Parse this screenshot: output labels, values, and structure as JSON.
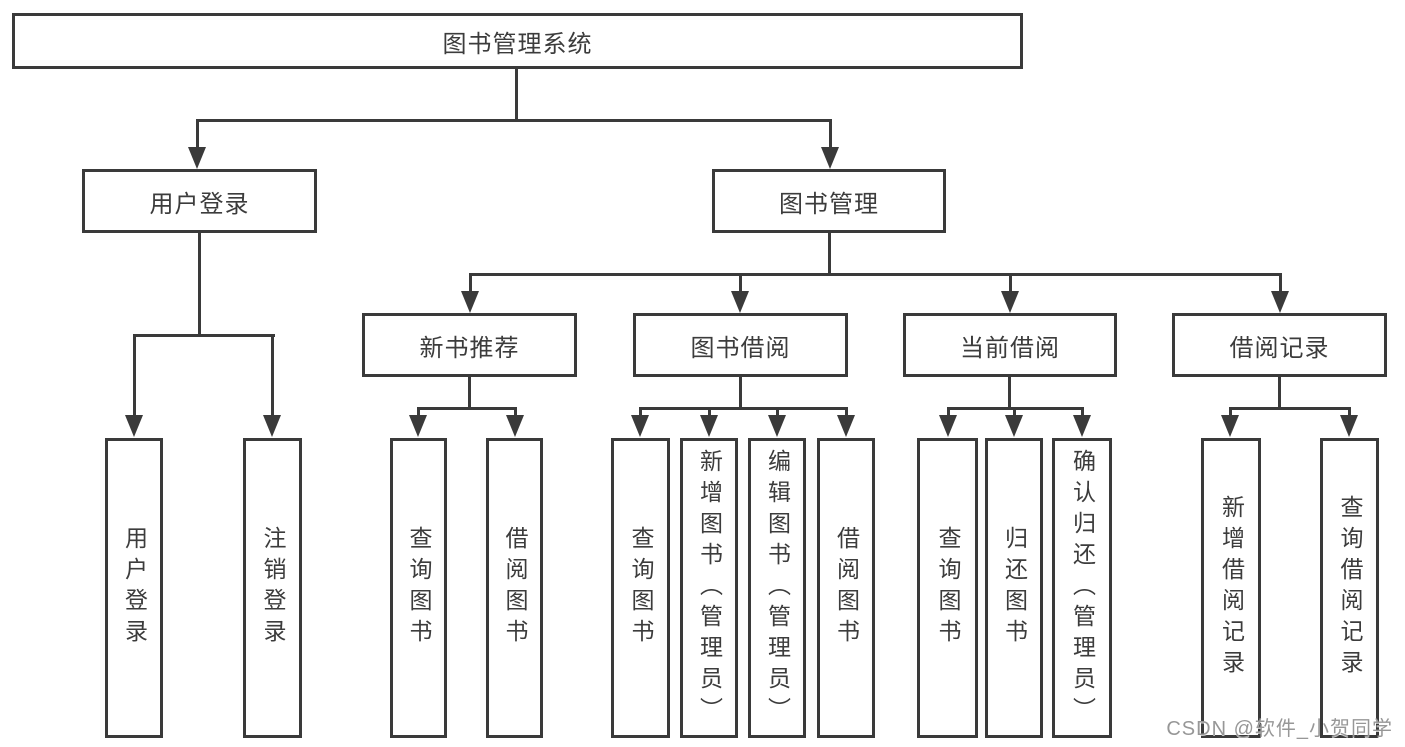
{
  "diagram": {
    "root": "图书管理系统",
    "branches": [
      {
        "label": "用户登录",
        "children": [
          "用户登录",
          "注销登录"
        ]
      },
      {
        "label": "图书管理",
        "children": [
          {
            "label": "新书推荐",
            "children": [
              "查询图书",
              "借阅图书"
            ]
          },
          {
            "label": "图书借阅",
            "children": [
              "查询图书",
              "新增图书（管理员）",
              "编辑图书（管理员）",
              "借阅图书"
            ]
          },
          {
            "label": "当前借阅",
            "children": [
              "查询图书",
              "归还图书",
              "确认归还（管理员）"
            ]
          },
          {
            "label": "借阅记录",
            "children": [
              "新增借阅记录",
              "查询借阅记录"
            ]
          }
        ]
      }
    ]
  },
  "watermark": {
    "text": "CSDN @软件_小贺同学"
  },
  "colors": {
    "line": "#3a3a3a",
    "text": "#3c3c3c",
    "watermark": "#979797",
    "background": "#ffffff"
  }
}
